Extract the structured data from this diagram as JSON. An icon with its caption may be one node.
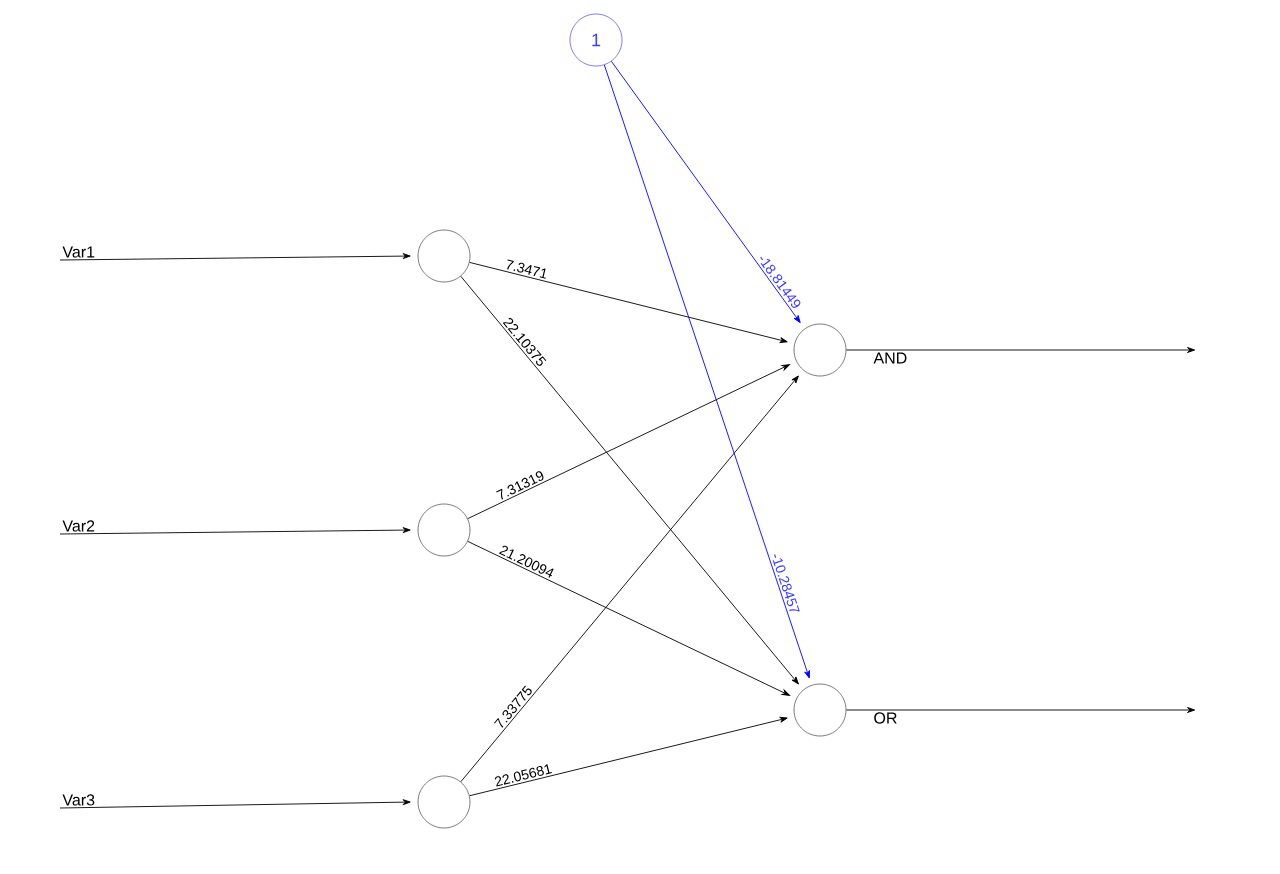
{
  "diagram": {
    "nodes": [
      {
        "text": [
          "1"
        ]
      },
      {
        "text": [
          "Var1"
        ]
      },
      {
        "text": [
          "Var2"
        ]
      },
      {
        "text": [
          "Var3"
        ]
      },
      {
        "text": [],
        "shape": "circle"
      },
      {
        "text": [],
        "shape": "circle"
      },
      {
        "text": [],
        "shape": "circle"
      },
      {
        "text": [],
        "shape": "circle",
        "beside": [
          "AND"
        ]
      },
      {
        "text": [],
        "shape": "circle",
        "beside": [
          "OR"
        ]
      }
    ],
    "edges": [
      {
        "from": 1,
        "to": 4,
        "arrow": "to"
      },
      {
        "from": 2,
        "to": 5,
        "arrow": "to"
      },
      {
        "from": 3,
        "to": 6,
        "arrow": "to"
      },
      {
        "from": 4,
        "to": 7,
        "arrow": "to",
        "label": "7.3471"
      },
      {
        "from": 4,
        "to": 8,
        "arrow": "to",
        "label": "22.10375"
      },
      {
        "from": 5,
        "to": 7,
        "arrow": "to",
        "label": "7.31319"
      },
      {
        "from": 5,
        "to": 8,
        "arrow": "to",
        "label": "21.20094"
      },
      {
        "from": 6,
        "to": 7,
        "arrow": "to",
        "label": "7.33775"
      },
      {
        "from": 6,
        "to": 8,
        "arrow": "to",
        "label": "22.05681"
      },
      {
        "from": 0,
        "to": 7,
        "arrow": "to",
        "label": "-18.81449",
        "color": "#0000ff"
      },
      {
        "from": 0,
        "to": 8,
        "arrow": "to",
        "label": "-10.28457",
        "color": "#0000ff"
      },
      {
        "from": 7,
        "to": null,
        "arrow": "to"
      },
      {
        "from": 8,
        "to": null,
        "arrow": "to"
      }
    ]
  }
}
